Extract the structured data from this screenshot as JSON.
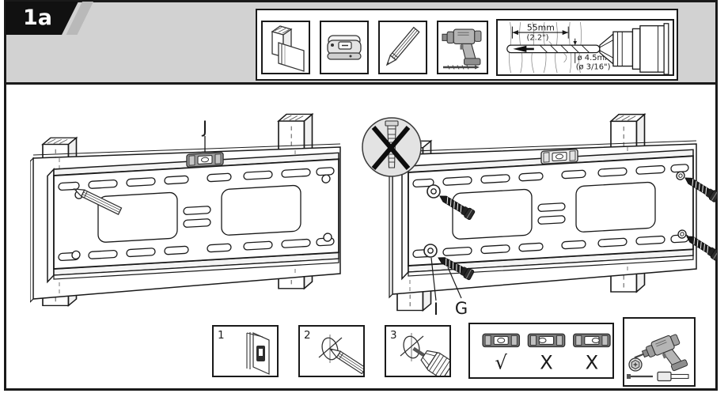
{
  "page": {
    "step_label": "1a"
  },
  "toolbar": {
    "tools": [
      {
        "icon": "wood-stud-icon"
      },
      {
        "icon": "stud-finder-icon"
      },
      {
        "icon": "pencil-icon"
      },
      {
        "icon": "power-drill-icon"
      },
      {
        "icon": "drill-depth-diagram"
      }
    ],
    "spec": {
      "depth_mm": "55mm",
      "depth_in": "(2.2\")",
      "dia_mm": "ø 4.5mm",
      "dia_in": "(ø 3/16\")"
    }
  },
  "figures": {
    "left": {
      "level_label": "J"
    },
    "right": {
      "washer_label": "I",
      "screw_label": "G",
      "prohibited_icon": "no-wall-anchor-icon"
    }
  },
  "footer": {
    "steps": [
      {
        "num": "1"
      },
      {
        "num": "2"
      },
      {
        "num": "3"
      }
    ],
    "level_check": {
      "ok": "√",
      "tilt_left": "X",
      "tilt_right": "X"
    }
  },
  "colors": {
    "band": "#d2d2d2",
    "ink": "#1a1a1a",
    "badge_bg": "#111111",
    "stripe": "#b9b9b9",
    "tool_gray": "#b5b5b5"
  }
}
